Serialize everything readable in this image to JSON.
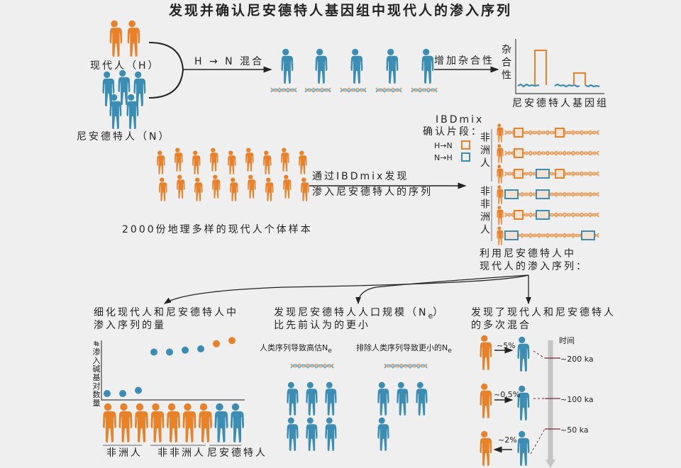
{
  "title": "发现并确认尼安德特人基因组中现代人的渗入序列",
  "colors": {
    "modern": "#e8822a",
    "neanderthal": "#3b8db3",
    "bg": "#efefef"
  },
  "top": {
    "modern_label": "现代人（H）",
    "neanderthal_label": "尼安德特人（N）",
    "mix_label": "H → N 混合",
    "heterozygosity_arrow_label": "增加杂合性",
    "chart_ylabel": "杂合性",
    "chart_xlabel": "尼安德特人基因组"
  },
  "middle": {
    "sample_label": "2000份地理多样的现代人个体样本",
    "ibdmix_line1": "通过IBDmix发现",
    "ibdmix_line2": "渗入尼安德特人的序列",
    "legend_title1": "IBDmix",
    "legend_title2": "确认片段：",
    "legend_hn": "H→N",
    "legend_nh": "N→H",
    "group_african": "非洲人",
    "group_nonafrican": "非非洲人",
    "use_line1": "利用尼安德特人中",
    "use_line2": "现代人的渗入序列："
  },
  "bottom": {
    "col1_line1": "细化现代人和尼安德特人中",
    "col1_line2": "渗入序列的量",
    "col1_ylabel": "#渗入碱基对数量",
    "col1_groups": [
      "非洲人",
      "非非洲人",
      "尼安德特人"
    ],
    "col2_line1": "发现尼安德特人人口规模（N",
    "col2_sub": "e",
    "col2_close": "）",
    "col2_line2": "比先前认为的更小",
    "col2_left": "人类序列导致高估N",
    "col2_right": "排除人类序列导致更小的N",
    "col3_line1": "发现了现代人和尼安德特人",
    "col3_line2": "的多次混合",
    "time_label": "时间",
    "events": [
      {
        "pct": "~5%",
        "time": "~200 ka"
      },
      {
        "pct": "~0.5%",
        "time": "~100 ka"
      },
      {
        "pct": "~2%",
        "time": "~50 ka"
      }
    ]
  },
  "chart_data": [
    {
      "type": "scatter",
      "title": "",
      "xlabel": "",
      "ylabel": "#渗入碱基对数量",
      "categories": [
        "非洲人",
        "非洲人",
        "非洲人",
        "非非洲人",
        "非非洲人",
        "非非洲人",
        "非非洲人",
        "尼安德特人",
        "尼安德特人"
      ],
      "values": [
        0.1,
        0.1,
        0.15,
        0.75,
        0.75,
        0.78,
        0.8,
        0.88,
        0.93
      ],
      "colors": [
        "n",
        "n",
        "n",
        "n",
        "n",
        "n",
        "n",
        "h",
        "h"
      ],
      "ylim": [
        0,
        1
      ]
    },
    {
      "type": "line",
      "title": "",
      "xlabel": "尼安德特人基因组",
      "ylabel": "杂合性",
      "baseline": 0.15,
      "peaks": [
        {
          "position": 0.3,
          "height": 0.9
        },
        {
          "position": 0.75,
          "height": 0.45
        }
      ],
      "ylim": [
        0,
        1
      ]
    }
  ]
}
